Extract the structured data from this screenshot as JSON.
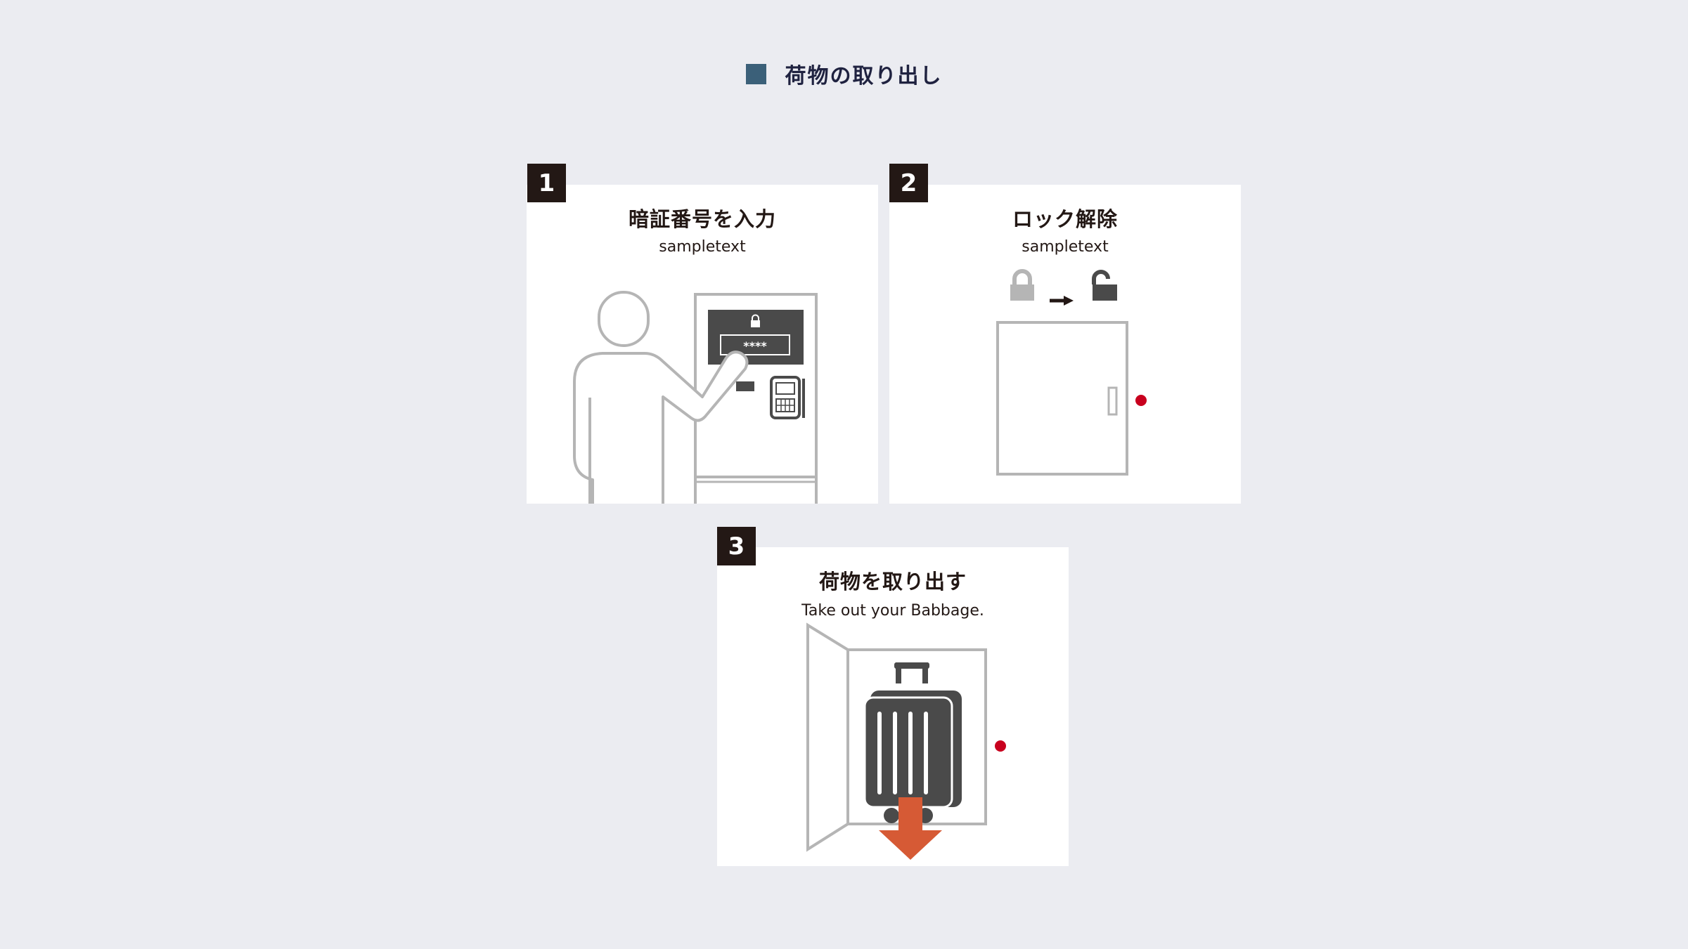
{
  "header": {
    "title": "荷物の取り出し",
    "marker_color": "#3b6079"
  },
  "steps": [
    {
      "number": "1",
      "title": "暗証番号を入力",
      "subtitle": "sampletext",
      "pin_mask": "****"
    },
    {
      "number": "2",
      "title": "ロック解除",
      "subtitle": "sampletext"
    },
    {
      "number": "3",
      "title": "荷物を取り出す",
      "subtitle": "Take out your Babbage."
    }
  ],
  "colors": {
    "background": "#ebecf1",
    "badge": "#231815",
    "line_gray": "#b5b5b5",
    "dark_gray": "#4a4a4a",
    "indicator_red": "#c8001e",
    "arrow_orange": "#d65a35"
  }
}
